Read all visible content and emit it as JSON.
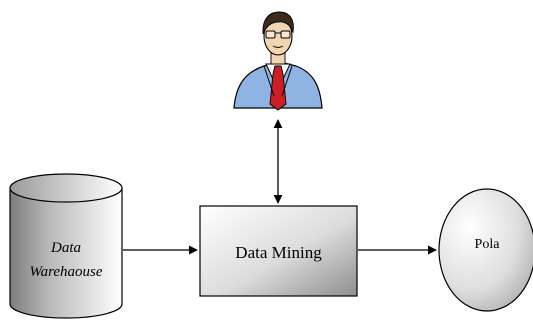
{
  "nodes": {
    "warehouse": {
      "line1": "Data",
      "line2": "Warehaouse"
    },
    "mining": {
      "label": "Data Mining"
    },
    "pattern": {
      "label": "Pola"
    },
    "user": {
      "icon": "businessman-icon"
    }
  },
  "colors": {
    "stroke": "#000000",
    "shade_dark": "#8a8a8a",
    "shade_light": "#ffffff",
    "suit": "#8fb4e3",
    "tie": "#cc1f24",
    "skin": "#f2d6b3",
    "hair": "#3a2b1e"
  }
}
